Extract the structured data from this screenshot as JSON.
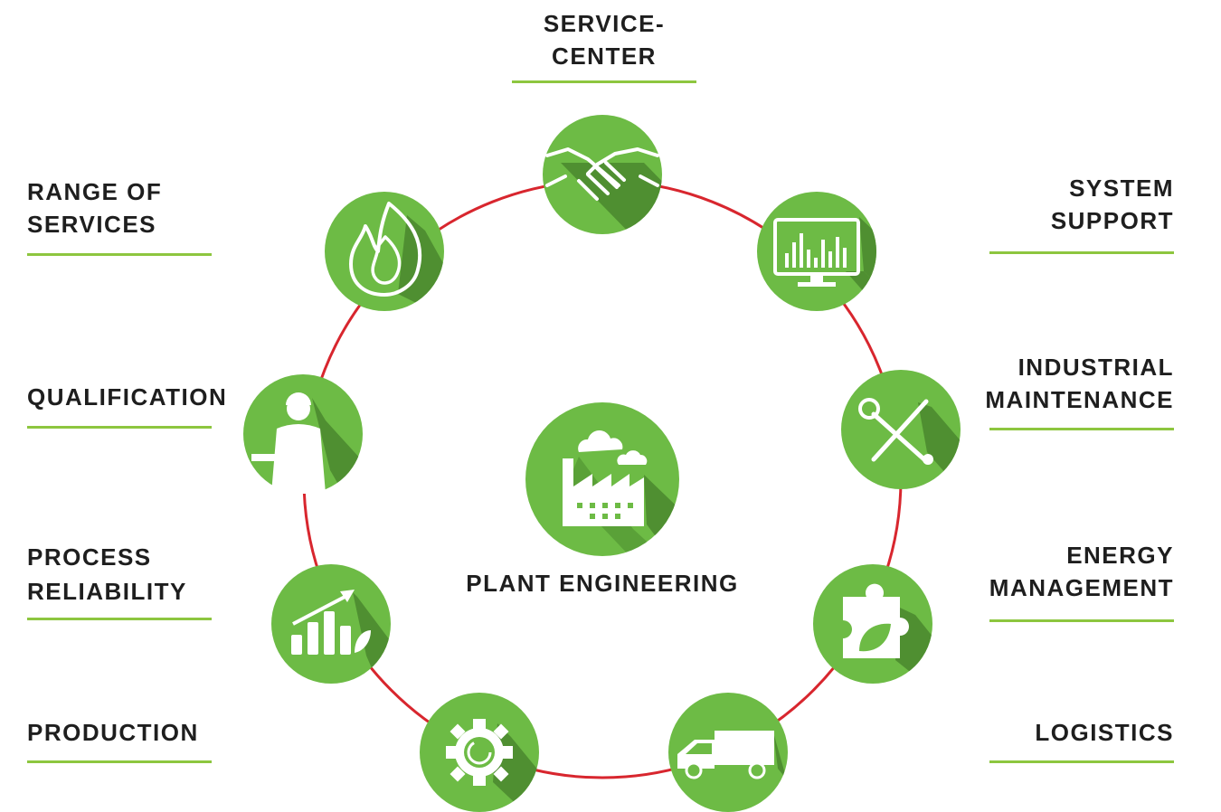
{
  "center": {
    "title": "PLANT ENGINEERING",
    "icon": "factory-icon"
  },
  "labels": {
    "service_center": {
      "line1": "SERVICE-",
      "line2": "CENTER"
    },
    "range_of_services": {
      "line1": "RANGE OF",
      "line2": "SERVICES"
    },
    "system_support": {
      "line1": "SYSTEM",
      "line2": "SUPPORT"
    },
    "qualification": {
      "line1": "QUALIFICATION"
    },
    "industrial_maintenance": {
      "line1": "INDUSTRIAL",
      "line2": "MAINTENANCE"
    },
    "process_reliability": {
      "line1": "PROCESS",
      "line2": "RELIABILITY"
    },
    "energy_management": {
      "line1": "ENERGY",
      "line2": "MANAGEMENT"
    },
    "production": {
      "line1": "PRODUCTION"
    },
    "logistics": {
      "line1": "LOGISTICS"
    }
  },
  "icons": [
    "handshake-icon",
    "monitor-chart-icon",
    "tools-icon",
    "puzzle-leaf-icon",
    "truck-icon",
    "gear-icon",
    "growth-chart-icon",
    "worker-icon",
    "flame-icon"
  ],
  "colors": {
    "accent_green": "#6dbb45",
    "shadow_green": "#4f8f31",
    "ring_red": "#d8262e",
    "underline_green": "#8dc63f",
    "text": "#1e1e1e"
  }
}
